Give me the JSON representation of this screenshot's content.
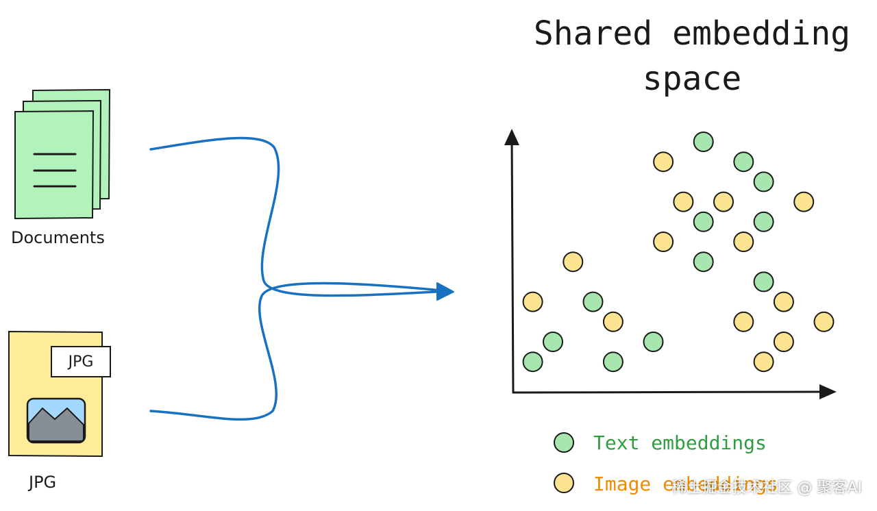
{
  "title": {
    "line1": "Shared embedding",
    "line2": "space"
  },
  "inputs": {
    "documents_label": "Documents",
    "image_label": "JPG",
    "image_tag": "JPG"
  },
  "legend": {
    "text": {
      "label": "Text embeddings",
      "color": "#2e9e3e",
      "fill": "#a8e6b0"
    },
    "image": {
      "label": "Image embeddings",
      "color": "#f08c00",
      "fill": "#fde490"
    }
  },
  "colors": {
    "arrow": "#1971c2",
    "doc_fill": "#b2f2bb",
    "file_fill": "#ffec99",
    "picture_fill": "#a5d8ff",
    "mountain_fill": "#868e96",
    "ink": "#1a1a1a"
  },
  "watermark": "稀土掘金技术社区 @ 聚客AI",
  "chart_data": {
    "type": "scatter",
    "title": "Shared embedding space",
    "xlabel": "",
    "ylabel": "",
    "xlim": [
      0,
      14.5
    ],
    "ylim": [
      0,
      13
    ],
    "grid": false,
    "legend_placement": "bottom",
    "series": [
      {
        "name": "Text embeddings",
        "color": "#a8e6b0",
        "points": [
          [
            9.0,
            12.5
          ],
          [
            11.0,
            11.5
          ],
          [
            12.0,
            10.5
          ],
          [
            9.0,
            8.5
          ],
          [
            12.0,
            8.5
          ],
          [
            9.0,
            6.5
          ],
          [
            12.0,
            5.5
          ],
          [
            3.5,
            4.5
          ],
          [
            1.5,
            2.5
          ],
          [
            6.5,
            2.5
          ],
          [
            0.5,
            1.5
          ],
          [
            4.5,
            1.5
          ]
        ]
      },
      {
        "name": "Image embeddings",
        "color": "#fde490",
        "points": [
          [
            7.0,
            11.5
          ],
          [
            8.0,
            9.5
          ],
          [
            10.0,
            9.5
          ],
          [
            14.0,
            9.5
          ],
          [
            7.0,
            7.5
          ],
          [
            11.0,
            7.5
          ],
          [
            2.5,
            6.5
          ],
          [
            0.5,
            4.5
          ],
          [
            13.0,
            4.5
          ],
          [
            4.5,
            3.5
          ],
          [
            11.0,
            3.5
          ],
          [
            15.0,
            3.5
          ],
          [
            13.0,
            2.5
          ],
          [
            12.0,
            1.5
          ]
        ]
      }
    ]
  }
}
